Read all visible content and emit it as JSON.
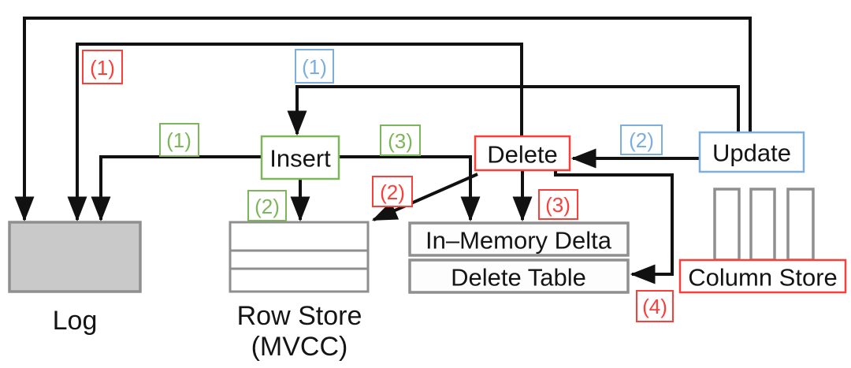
{
  "figure": {
    "type": "database-write-path-architecture-diagram",
    "background": "#ffffff"
  },
  "colors": {
    "red": "#fb3e38",
    "green": "#7db65a",
    "blue": "#7caede",
    "line": "#111111",
    "grayfill": "#c9c9c9",
    "grayborder": "#8f8f8f"
  },
  "operations": {
    "insert": "Insert",
    "delete": "Delete",
    "update": "Update"
  },
  "stores": {
    "log": "Log",
    "row_store": "Row Store",
    "row_store_sub": "(MVCC)",
    "in_memory_delta": "In–Memory Delta",
    "delete_table": "Delete Table",
    "column_store": "Column Store"
  },
  "steps": {
    "insert_1": "(1)",
    "insert_2": "(2)",
    "insert_3": "(3)",
    "delete_1": "(1)",
    "delete_2": "(2)",
    "delete_3": "(3)",
    "delete_4": "(4)",
    "update_1": "(1)",
    "update_2": "(2)"
  }
}
